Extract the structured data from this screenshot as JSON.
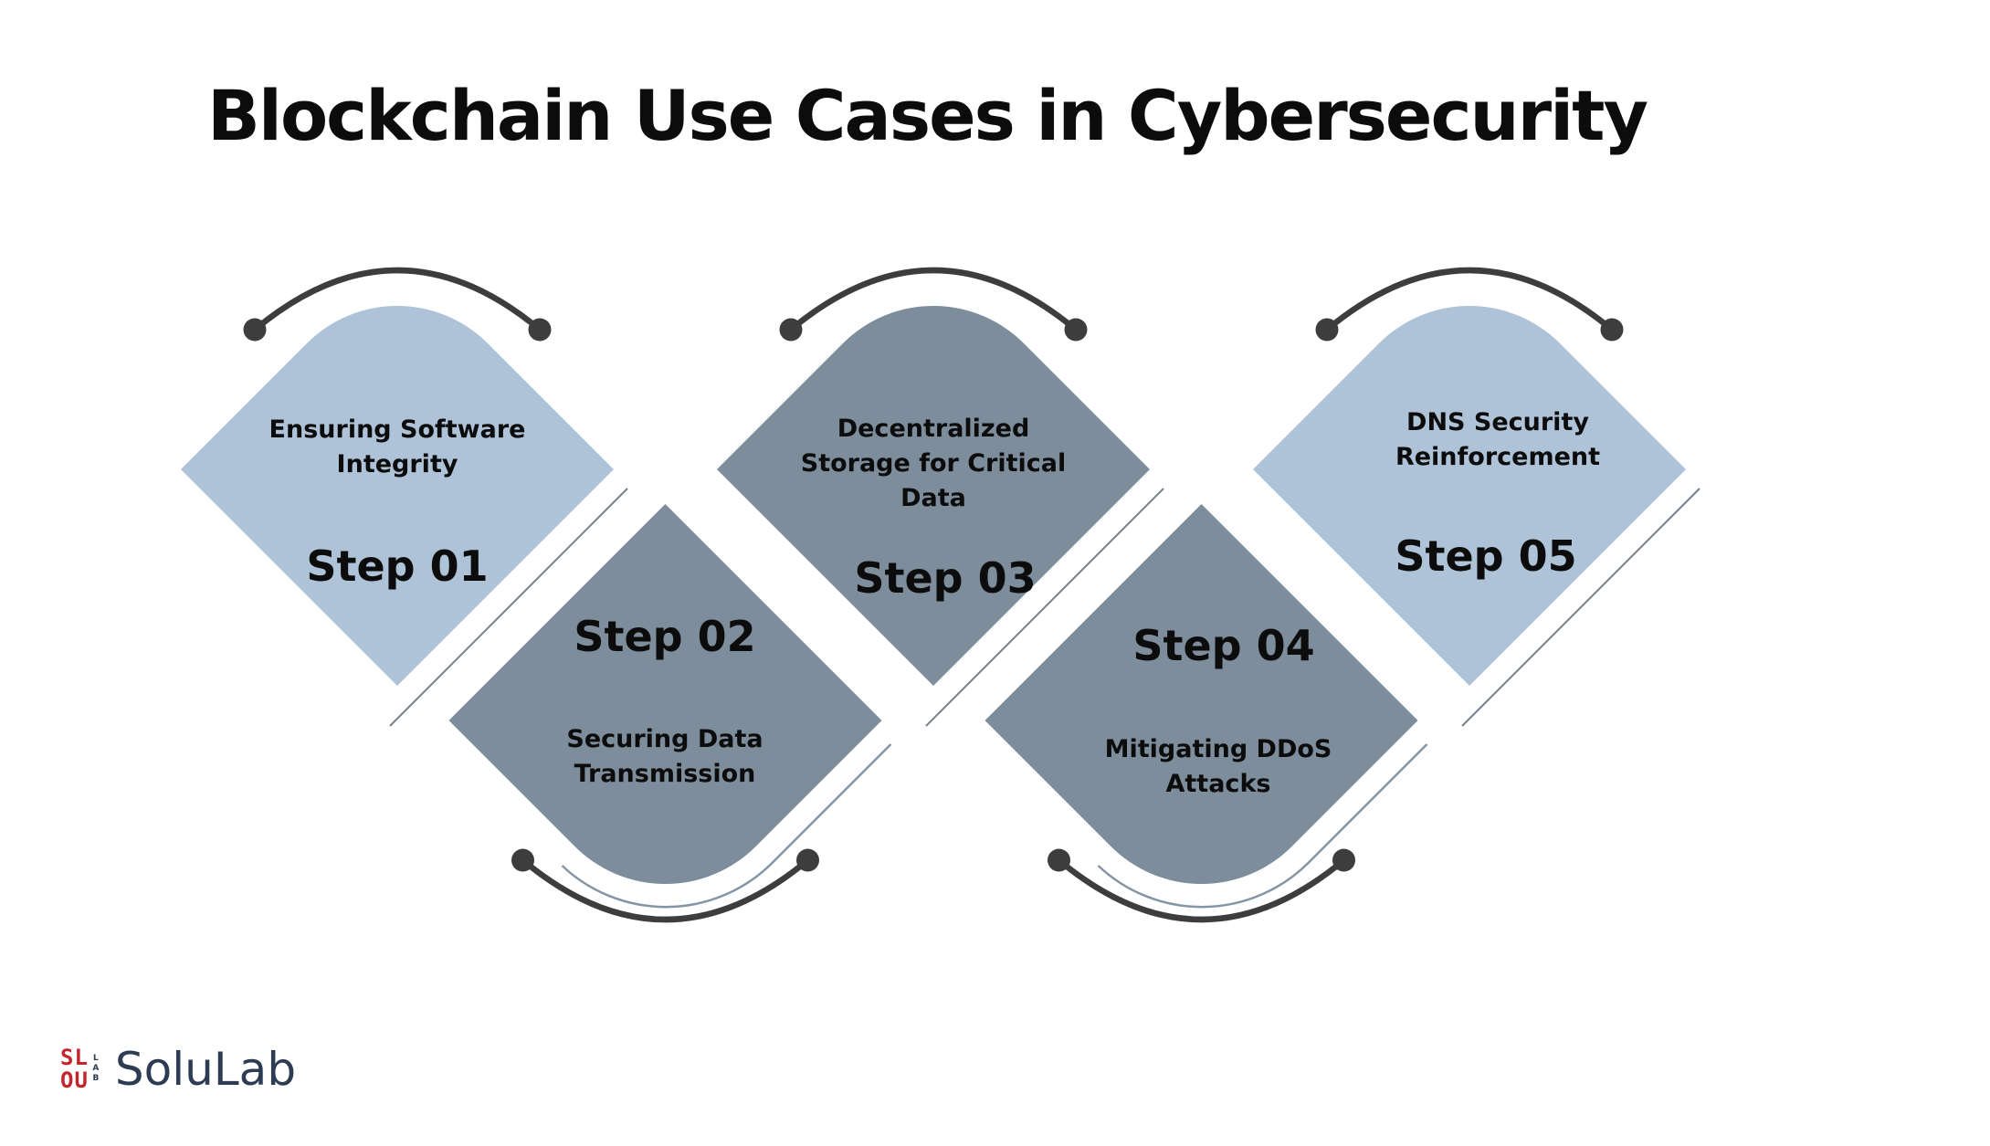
{
  "title": "Blockchain Use Cases in Cybersecurity",
  "colors": {
    "background": "#FFFFFF",
    "light_step": "#AEC3D7",
    "slate_step": "#7D8D9C",
    "arc": "#3D3D3D",
    "ink": "#0C0C0C",
    "echo_straight": "#777F88",
    "echo_curved": "#8496A6",
    "logo_red": "#C4262E",
    "logo_navy": "#2D3C52"
  },
  "steps": [
    {
      "label": "Step 01",
      "desc_lines": [
        "Ensuring Software",
        "Integrity"
      ],
      "tone": "light",
      "orientation": "up"
    },
    {
      "label": "Step 02",
      "desc_lines": [
        "Securing Data",
        "Transmission"
      ],
      "tone": "slate",
      "orientation": "down"
    },
    {
      "label": "Step 03",
      "desc_lines": [
        "Decentralized",
        "Storage for Critical",
        "Data"
      ],
      "tone": "slate",
      "orientation": "up"
    },
    {
      "label": "Step 04",
      "desc_lines": [
        "Mitigating DDoS",
        "Attacks"
      ],
      "tone": "slate",
      "orientation": "down"
    },
    {
      "label": "Step 05",
      "desc_lines": [
        "DNS Security",
        "Reinforcement"
      ],
      "tone": "light",
      "orientation": "up"
    }
  ],
  "brand": {
    "name": "SoluLab",
    "mark_row1": "SL",
    "mark_row2": "OU",
    "mark_side": "LAB"
  }
}
